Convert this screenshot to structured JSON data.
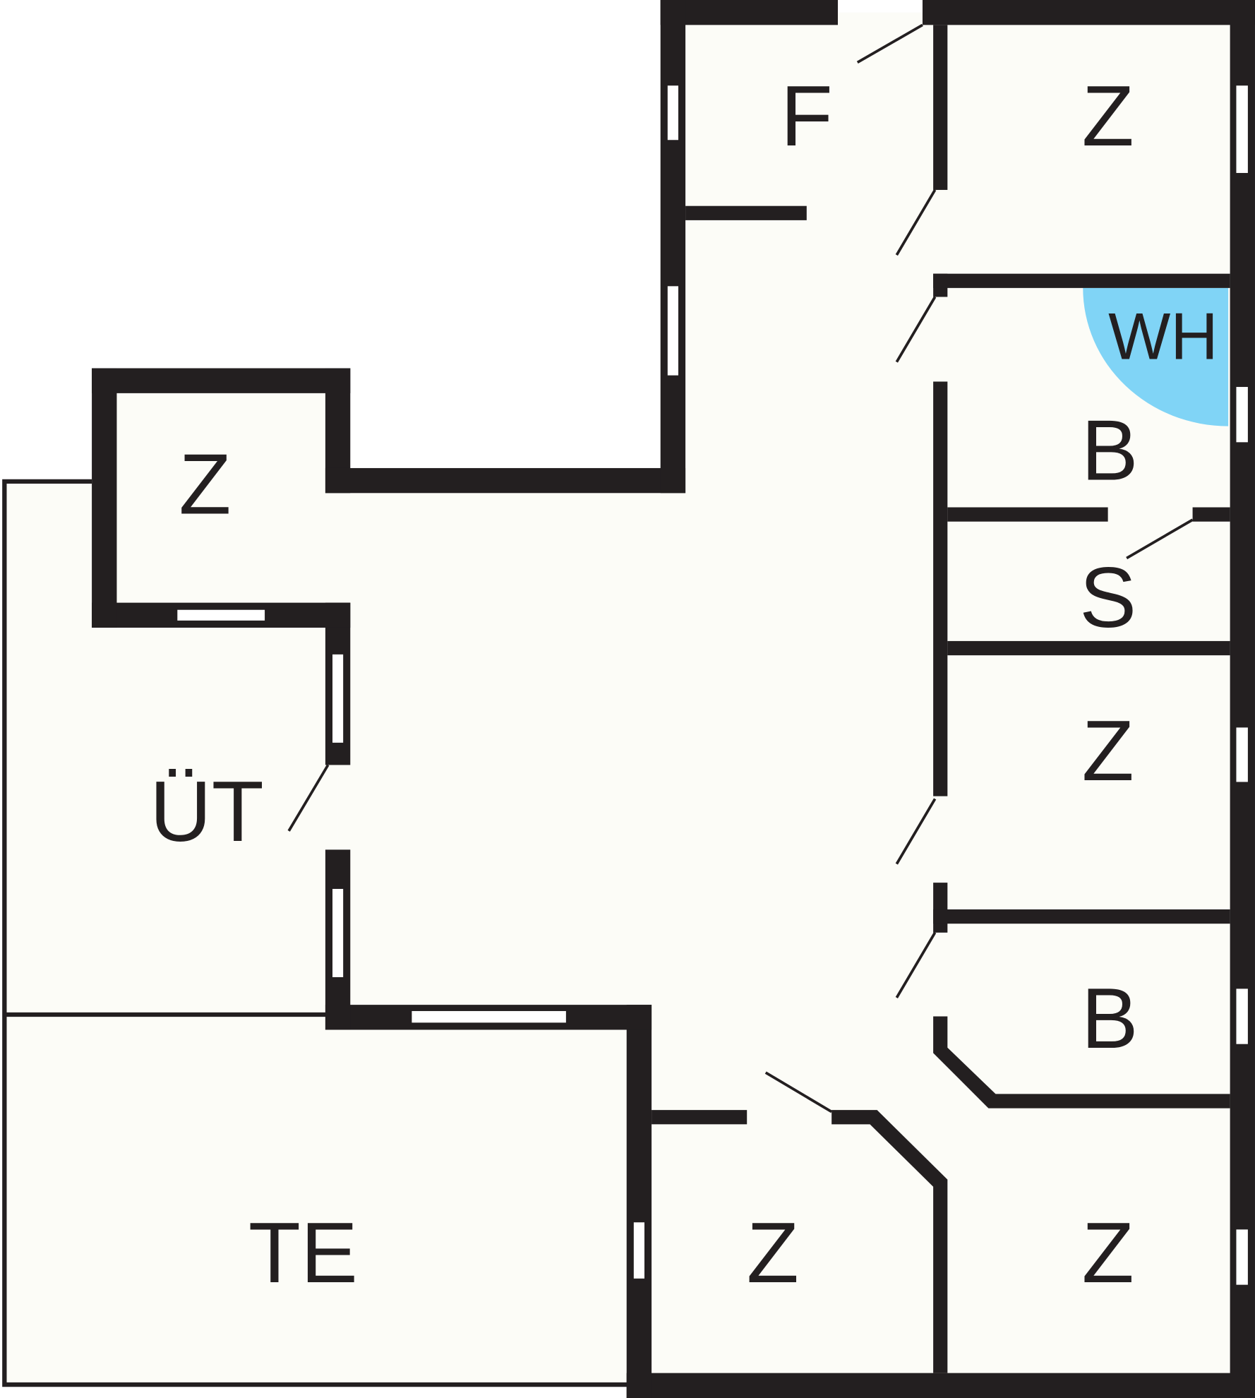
{
  "plan": {
    "colors": {
      "wall": "#231f20",
      "floor": "#fcfcf7",
      "wh_area": "#80d4f6"
    },
    "rooms": {
      "f": "F",
      "z_top_right": "Z",
      "wh": "WH",
      "b_top": "B",
      "s": "S",
      "z_mid_right": "Z",
      "b_bottom": "B",
      "z_bottom_right": "Z",
      "z_bottom_mid": "Z",
      "te": "TE",
      "ut": "ÜT",
      "z_left": "Z"
    }
  }
}
